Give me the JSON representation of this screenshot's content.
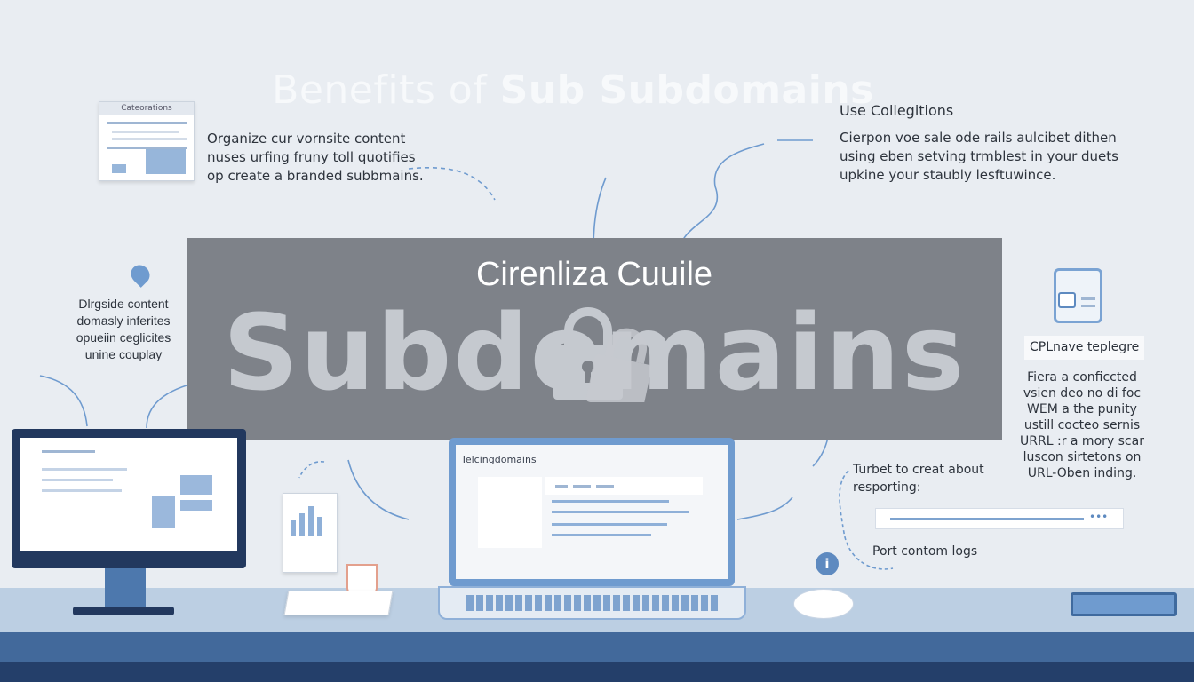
{
  "title": {
    "light": "Benefits of ",
    "bold": "Sub Subdomains"
  },
  "card_top_left": {
    "label": "Cateorations"
  },
  "block_left": {
    "lines": [
      "Organize cur vornsite content",
      "nuses urfing fruny toll quotifies",
      "op create a branded subbmains."
    ]
  },
  "block_right": {
    "heading": "Use Collegitions",
    "lines": [
      "Cierpon voe sale ode rails aulcibet dithen",
      "using eben setving trmblest in your duets",
      "upkine your staubly lesftuwince."
    ]
  },
  "block_mid_left": {
    "lines": [
      "Dlrgside content",
      "domasly inferites",
      "opueiin ceglicites",
      "unine couplay"
    ]
  },
  "banner": {
    "subtitle": "Cirenliza  Cuuile",
    "big_text": "Subdomains"
  },
  "block_far_right": {
    "heading": "CPLnave teplegre",
    "lines": [
      "Fiera a conficcted",
      "vsien deo no di foc",
      "WEM  a the punity",
      "ustill cocteo sernis",
      "URRL :r a mory scar",
      "luscon sirtetons on",
      "URL-Oben inding."
    ]
  },
  "laptop": {
    "screen_title": "Telcingdomains"
  },
  "block_bottom_right": {
    "lines": [
      "Turbet to creat about",
      "resporting:"
    ],
    "input_dots": "•••",
    "footer": "Port contom logs"
  },
  "colors": {
    "banner": "#7e8289",
    "accent": "#6f9bcf",
    "navy": "#243f6a"
  }
}
